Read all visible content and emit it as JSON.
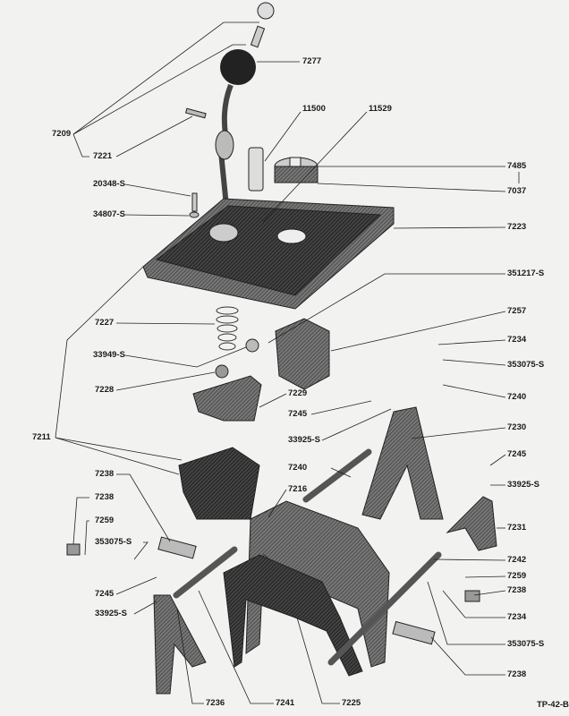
{
  "diagram": {
    "figure_id": "TP-42-B",
    "callouts": {
      "c7209": "7209",
      "c7277": "7277",
      "c7221": "7221",
      "c11500": "11500",
      "c11529": "11529",
      "c7485": "7485",
      "c7037": "7037",
      "c20348s": "20348-S",
      "c34807s": "34807-S",
      "c7223": "7223",
      "c351217s": "351217-S",
      "c7227": "7227",
      "c7257": "7257",
      "c33949s": "33949-S",
      "c7234a": "7234",
      "c7228": "7228",
      "c353075sa": "353075-S",
      "c7229": "7229",
      "c7240a": "7240",
      "c7245a": "7245",
      "c7230": "7230",
      "c33925sa": "33925-S",
      "c7211": "7211",
      "c7245b": "7245",
      "c7240b": "7240",
      "c33925sb": "33925-S",
      "c7238a": "7238",
      "c7216": "7216",
      "c7231": "7231",
      "c7238b": "7238",
      "c7259a": "7259",
      "c353075sb": "353075-S",
      "c7242": "7242",
      "c7245c": "7245",
      "c7259b": "7259",
      "c33925sc": "33925-S",
      "c7238c": "7238",
      "c7234b": "7234",
      "c353075sc": "353075-S",
      "c7238d": "7238",
      "c7236": "7236",
      "c7241": "7241",
      "c7225": "7225"
    }
  }
}
